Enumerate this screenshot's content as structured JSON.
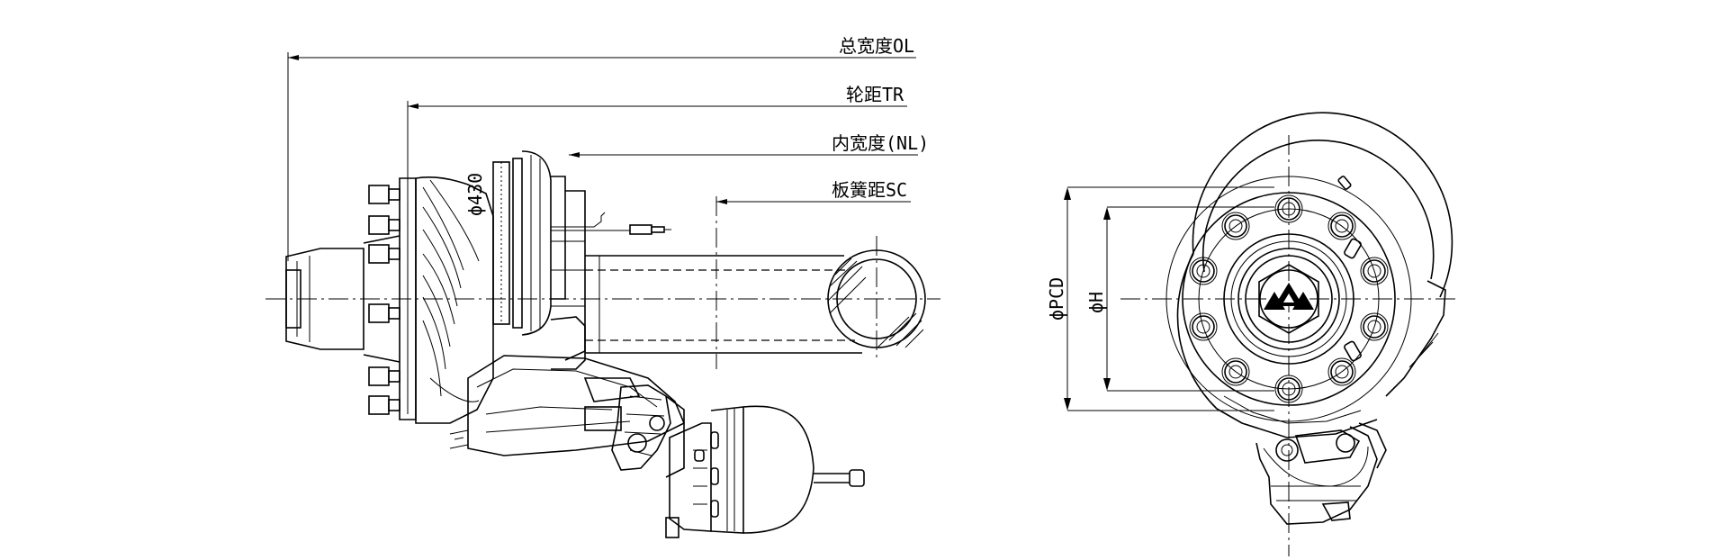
{
  "dimensions": {
    "overall_width": "总宽度OL",
    "track": "轮距TR",
    "inner_width": "内宽度(NL)",
    "spring_centers": "板簧距SC",
    "disc_diameter": "ϕ430",
    "pcd": "ϕPCD",
    "h": "ϕH"
  },
  "views": {
    "side": "axle-side-elevation",
    "end": "hub-end-view"
  }
}
